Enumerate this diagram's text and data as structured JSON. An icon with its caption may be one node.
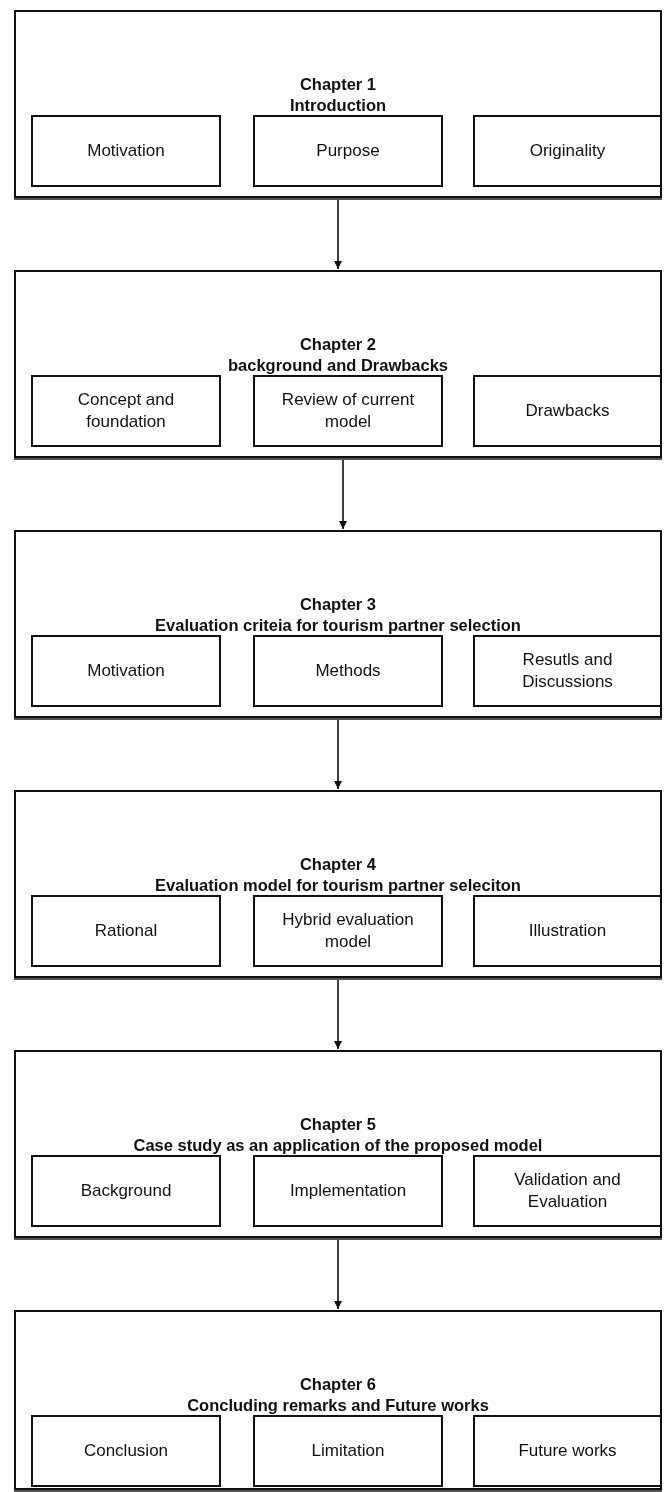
{
  "diagram": {
    "nodes": [
      {
        "text": [
          "Chapter 1",
          "Introduction"
        ]
      },
      {
        "text": [
          "Motivation"
        ],
        "in": 0
      },
      {
        "text": [
          "Purpose"
        ],
        "in": 0
      },
      {
        "text": [
          "Originality"
        ],
        "in": 0
      },
      {
        "text": [
          "Chapter 2",
          "background and Drawbacks"
        ]
      },
      {
        "text": [
          "Concept and foundation"
        ],
        "in": 4
      },
      {
        "text": [
          "Review of current model"
        ],
        "in": 4
      },
      {
        "text": [
          "Drawbacks"
        ],
        "in": 4
      },
      {
        "text": [
          "Chapter 3",
          "Evaluation criteia for tourism partner selection"
        ]
      },
      {
        "text": [
          "Motivation"
        ],
        "in": 8
      },
      {
        "text": [
          "Methods"
        ],
        "in": 8
      },
      {
        "text": [
          "Resutls and Discussions"
        ],
        "in": 8
      },
      {
        "text": [
          "Chapter 4",
          "Evaluation model for tourism partner seleciton"
        ]
      },
      {
        "text": [
          "Rational"
        ],
        "in": 12
      },
      {
        "text": [
          "Hybrid evaluation model"
        ],
        "in": 12
      },
      {
        "text": [
          "Illustration"
        ],
        "in": 12
      },
      {
        "text": [
          "Chapter 5",
          "Case study as an application of the proposed model"
        ]
      },
      {
        "text": [
          "Background"
        ],
        "in": 16
      },
      {
        "text": [
          "Implementation"
        ],
        "in": 16
      },
      {
        "text": [
          "Validation and Evaluation"
        ],
        "in": 16
      },
      {
        "text": [
          "Chapter 6",
          "Concluding remarks and Future works"
        ]
      },
      {
        "text": [
          "Conclusion"
        ],
        "in": 20
      },
      {
        "text": [
          "Limitation"
        ],
        "in": 20
      },
      {
        "text": [
          "Future works"
        ],
        "in": 20
      }
    ],
    "edges": [
      {
        "from": 0,
        "to": 4,
        "arrow": "to"
      },
      {
        "from": 6,
        "to": 8,
        "arrow": "to"
      },
      {
        "from": 8,
        "to": 12,
        "arrow": "to"
      },
      {
        "from": 12,
        "to": 16,
        "arrow": "to"
      },
      {
        "from": 16,
        "to": 20,
        "arrow": "to"
      }
    ]
  }
}
